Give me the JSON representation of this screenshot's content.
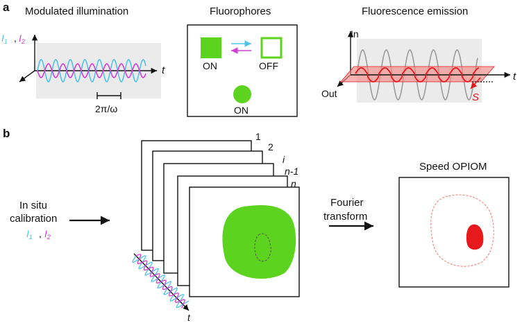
{
  "panels": {
    "a": {
      "label": "a",
      "illumination": {
        "title": "Modulated illumination",
        "i1": "I",
        "i1_sub": "1",
        "comma": ",",
        "i2": "I",
        "i2_sub": "2",
        "t_axis": "t",
        "period": "2π/ω"
      },
      "fluorophores": {
        "title": "Fluorophores",
        "on_top": "ON",
        "off": "OFF",
        "on_bottom": "ON"
      },
      "emission": {
        "title": "Fluorescence emission",
        "in": "In",
        "out": "Out",
        "t_axis": "t",
        "s": "S"
      }
    },
    "b": {
      "label": "b",
      "calibration": {
        "line1": "In situ",
        "line2": "calibration",
        "i1": "I",
        "i1_sub": "1",
        "comma": ",",
        "i2": "I",
        "i2_sub": "2"
      },
      "stack": {
        "frame_labels": [
          "1",
          "2",
          "i",
          "n-1",
          "n"
        ],
        "t_axis": "t"
      },
      "fourier": {
        "line1": "Fourier",
        "line2": "transform"
      },
      "result": {
        "title": "Speed OPIOM"
      }
    }
  },
  "colors": {
    "cyan": "#4fc3e8",
    "magenta": "#d63bd6",
    "green": "#5cd31e",
    "red": "#e8191c",
    "pink_plane": "#f28b86",
    "gray_panel": "#ebebeb"
  }
}
